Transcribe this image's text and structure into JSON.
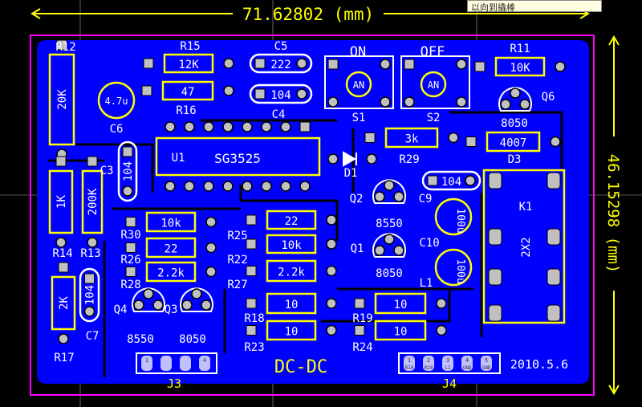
{
  "dimensions": {
    "width_label": "71.62802 (mm)",
    "height_label": "46.15298 (mm)"
  },
  "tooltip": "以向到撬棒",
  "board": {
    "title": "DC-DC",
    "date": "2010.5.6"
  },
  "colors": {
    "background": "#000000",
    "copper": "#0000ff",
    "outline": "#ff00ff",
    "silk": "#ffff00",
    "text": "#ffffff"
  },
  "components": {
    "R12": {
      "ref": "R12",
      "value": "20K"
    },
    "R15": {
      "ref": "R15",
      "value": "12K"
    },
    "C5": {
      "ref": "C5",
      "value": "222"
    },
    "R11": {
      "ref": "R11",
      "value": "10K"
    },
    "C6": {
      "ref": "C6",
      "value": "4.7u"
    },
    "R16": {
      "ref": "R16",
      "value": "47"
    },
    "C4": {
      "ref": "C4",
      "value": "104"
    },
    "S1": {
      "ref": "S1",
      "value": "AN",
      "caption": "ON"
    },
    "S2": {
      "ref": "S2",
      "value": "AN",
      "caption": "OFF"
    },
    "Q6": {
      "ref": "Q6",
      "value": "8050"
    },
    "U1": {
      "ref": "U1",
      "value": "SG3525"
    },
    "D1": {
      "ref": "D1"
    },
    "R29": {
      "ref": "R29",
      "value": "3k"
    },
    "D3": {
      "ref": "D3",
      "value": "4007"
    },
    "C3": {
      "ref": "C3",
      "value": "104"
    },
    "K1": {
      "ref": "K1",
      "value": "2X2"
    },
    "Q2": {
      "ref": "Q2",
      "value": "8550"
    },
    "C9": {
      "ref": "C9",
      "value": "104"
    },
    "R30": {
      "ref": "R30",
      "value": "10k"
    },
    "R25": {
      "ref": "R25",
      "value": "22"
    },
    "R26": {
      "ref": "R26",
      "value": "22"
    },
    "R22": {
      "ref": "R22",
      "value": "10k"
    },
    "Q1": {
      "ref": "Q1",
      "value": "8050"
    },
    "C10": {
      "ref": "C10",
      "value": "100u"
    },
    "L1": {
      "ref": "L1",
      "value": "100u"
    },
    "R14": {
      "ref": "R14",
      "value": "1K"
    },
    "R13": {
      "ref": "R13",
      "value": "200K"
    },
    "R28": {
      "ref": "R28",
      "value": "2.2k"
    },
    "R27": {
      "ref": "R27",
      "value": "2.2k"
    },
    "Q4": {
      "ref": "Q4",
      "value": "8550"
    },
    "Q3": {
      "ref": "Q3",
      "value": "8050"
    },
    "R18": {
      "ref": "R18",
      "value": "10"
    },
    "R19": {
      "ref": "R19",
      "value": "10"
    },
    "R23": {
      "ref": "R23",
      "value": "10"
    },
    "R24": {
      "ref": "R24",
      "value": "10"
    },
    "C7": {
      "ref": "C7",
      "value": "104"
    },
    "R17": {
      "ref": "R17",
      "value": "2K"
    },
    "J3": {
      "ref": "J3",
      "pins": [
        "1",
        "",
        "",
        "4"
      ]
    },
    "J4": {
      "ref": "J4",
      "pins": [
        "1",
        "2",
        "3",
        "4",
        "5"
      ],
      "nets": [
        "R18",
        "R24",
        "L1",
        "GND",
        "GND"
      ]
    }
  }
}
